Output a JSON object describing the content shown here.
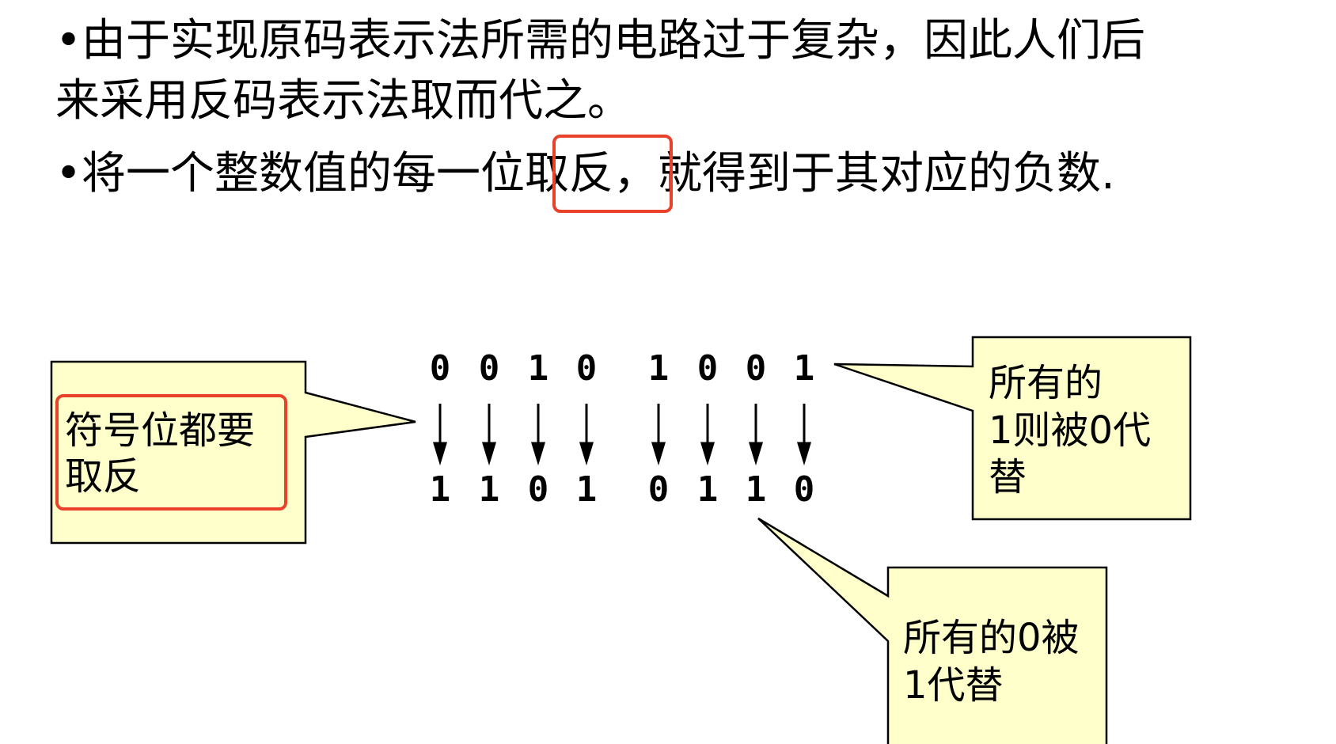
{
  "bullets": {
    "b1_line1": "•由于实现原码表示法所需的电路过于复杂，因此人们后",
    "b1_line2": "来采用反码表示法取而代之。",
    "b2_before": "•将一个整数值的每一位",
    "b2_highlight": "取反",
    "b2_after": "，就得到于其对应的负数."
  },
  "bits": {
    "original": [
      "0",
      "0",
      "1",
      "0",
      "1",
      "0",
      "0",
      "1"
    ],
    "inverted": [
      "1",
      "1",
      "0",
      "1",
      "0",
      "1",
      "1",
      "0"
    ]
  },
  "callouts": {
    "sign_bit": [
      "符号位都要",
      "取反"
    ],
    "ones": [
      "所有的",
      "1则被0代",
      "替"
    ],
    "zeros": [
      "所有的0被",
      "1代替"
    ]
  },
  "colors": {
    "highlight": "#e8432a",
    "callout_fill": "#ffffcc"
  }
}
